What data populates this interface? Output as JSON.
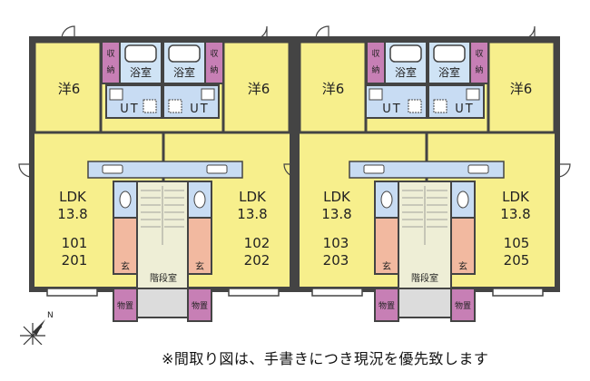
{
  "colors": {
    "room_western": "#f7ef8c",
    "storage": "#c77fb5",
    "bath": "#cfe3f5",
    "ut": "#c8dcf3",
    "entrance": "#f2b9a0",
    "stairs": "#eeeed6",
    "corridor": "#dcdcdc",
    "wall": "#444444"
  },
  "units": [
    {
      "western": "洋6",
      "ldk": "LDK",
      "area": "13.8",
      "rooms": [
        "101",
        "201"
      ]
    },
    {
      "western": "洋6",
      "ldk": "LDK",
      "area": "13.8",
      "rooms": [
        "102",
        "202"
      ]
    },
    {
      "western": "洋6",
      "ldk": "LDK",
      "area": "13.8",
      "rooms": [
        "103",
        "203"
      ]
    },
    {
      "western": "洋6",
      "ldk": "LDK",
      "area": "13.8",
      "rooms": [
        "105",
        "205"
      ]
    }
  ],
  "labels": {
    "storage_line1": "収",
    "storage_line2": "納",
    "bath": "浴室",
    "ut": "UT",
    "entrance": "玄",
    "stairs": "階段室",
    "shed": "物置",
    "compass": "N"
  },
  "note": "※間取り図は、手書きにつき現況を優先致します"
}
